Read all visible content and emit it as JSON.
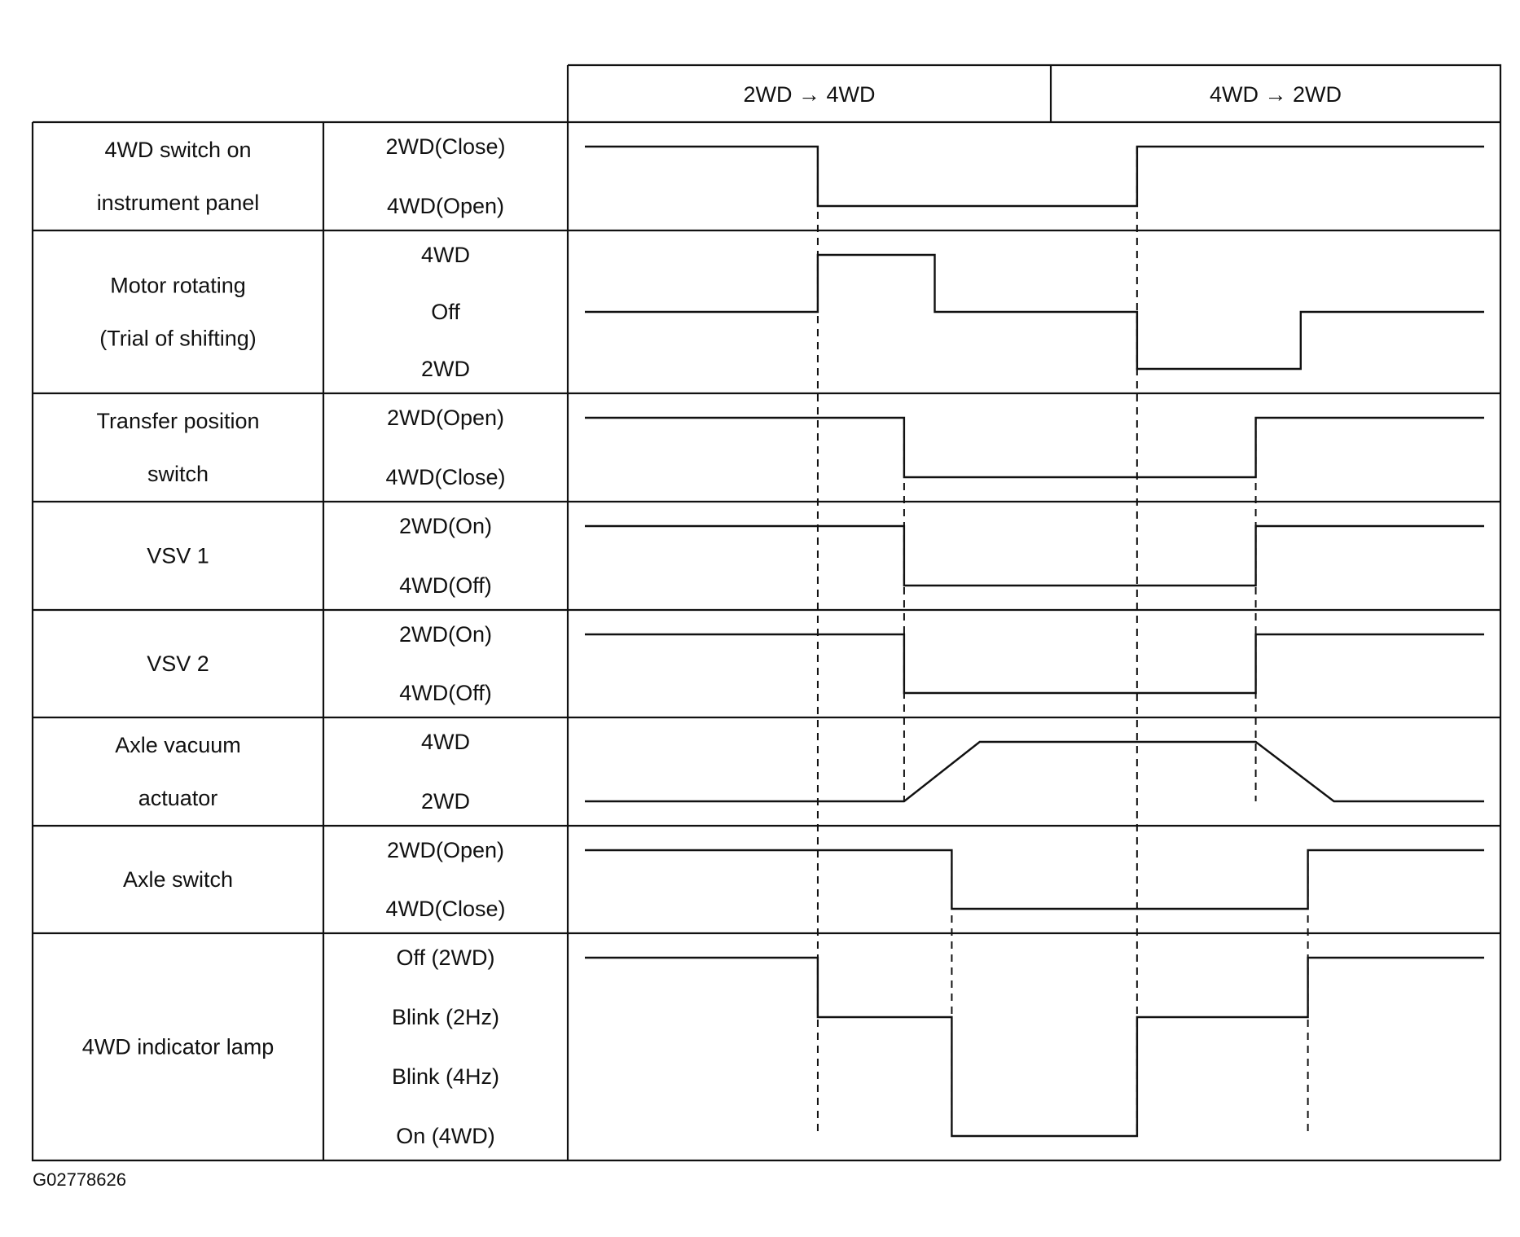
{
  "header": {
    "phases": [
      "2WD → 4WD",
      "4WD → 2WD"
    ]
  },
  "rows": [
    {
      "name": [
        "4WD switch on",
        "instrument panel"
      ],
      "levels": [
        "2WD(Close)",
        "4WD(Open)"
      ]
    },
    {
      "name": [
        "Motor rotating",
        "(Trial of shifting)"
      ],
      "levels": [
        "4WD",
        "Off",
        "2WD"
      ]
    },
    {
      "name": [
        "Transfer position",
        "switch"
      ],
      "levels": [
        "2WD(Open)",
        "4WD(Close)"
      ]
    },
    {
      "name": [
        "VSV 1"
      ],
      "levels": [
        "2WD(On)",
        "4WD(Off)"
      ]
    },
    {
      "name": [
        "VSV 2"
      ],
      "levels": [
        "2WD(On)",
        "4WD(Off)"
      ]
    },
    {
      "name": [
        "Axle vacuum",
        "actuator"
      ],
      "levels": [
        "4WD",
        "2WD"
      ]
    },
    {
      "name": [
        "Axle switch"
      ],
      "levels": [
        "2WD(Open)",
        "4WD(Close)"
      ]
    },
    {
      "name": [
        "4WD indicator lamp"
      ],
      "levels": [
        "Off (2WD)",
        "Blink (2Hz)",
        "Blink (4Hz)",
        "On (4WD)"
      ]
    }
  ],
  "signals": [
    [
      [
        0,
        0
      ],
      [
        0.259,
        0
      ],
      [
        0.259,
        1
      ],
      [
        0.614,
        1
      ],
      [
        0.614,
        0
      ],
      [
        1,
        0
      ]
    ],
    [
      [
        0,
        1
      ],
      [
        0.259,
        1
      ],
      [
        0.259,
        0
      ],
      [
        0.389,
        0
      ],
      [
        0.389,
        1
      ],
      [
        0.614,
        1
      ],
      [
        0.614,
        2
      ],
      [
        0.796,
        2
      ],
      [
        0.796,
        1
      ],
      [
        1,
        1
      ]
    ],
    [
      [
        0,
        0
      ],
      [
        0.355,
        0
      ],
      [
        0.355,
        1
      ],
      [
        0.746,
        1
      ],
      [
        0.746,
        0
      ],
      [
        1,
        0
      ]
    ],
    [
      [
        0,
        0
      ],
      [
        0.355,
        0
      ],
      [
        0.355,
        1
      ],
      [
        0.746,
        1
      ],
      [
        0.746,
        0
      ],
      [
        1,
        0
      ]
    ],
    [
      [
        0,
        0
      ],
      [
        0.355,
        0
      ],
      [
        0.355,
        1
      ],
      [
        0.746,
        1
      ],
      [
        0.746,
        0
      ],
      [
        1,
        0
      ]
    ],
    [
      [
        0,
        1
      ],
      [
        0.355,
        1
      ],
      [
        0.439,
        0
      ],
      [
        0.746,
        0
      ],
      [
        0.833,
        1
      ],
      [
        1,
        1
      ]
    ],
    [
      [
        0,
        0
      ],
      [
        0.408,
        0
      ],
      [
        0.408,
        1
      ],
      [
        0.804,
        1
      ],
      [
        0.804,
        0
      ],
      [
        1,
        0
      ]
    ],
    [
      [
        0,
        0
      ],
      [
        0.259,
        0
      ],
      [
        0.259,
        1
      ],
      [
        0.408,
        1
      ],
      [
        0.408,
        3
      ],
      [
        0.614,
        3
      ],
      [
        0.614,
        1
      ],
      [
        0.804,
        1
      ],
      [
        0.804,
        0
      ],
      [
        1,
        0
      ]
    ]
  ],
  "transitions": [
    {
      "t": 0.259,
      "from_row": 0,
      "to_row": 7
    },
    {
      "t": 0.355,
      "from_row": 2,
      "to_row": 5
    },
    {
      "t": 0.408,
      "from_row": 6,
      "to_row": 7
    },
    {
      "t": 0.614,
      "from_row": 0,
      "to_row": 7
    },
    {
      "t": 0.746,
      "from_row": 2,
      "to_row": 5
    },
    {
      "t": 0.804,
      "from_row": 6,
      "to_row": 7
    }
  ],
  "figure_id": "G02778626"
}
